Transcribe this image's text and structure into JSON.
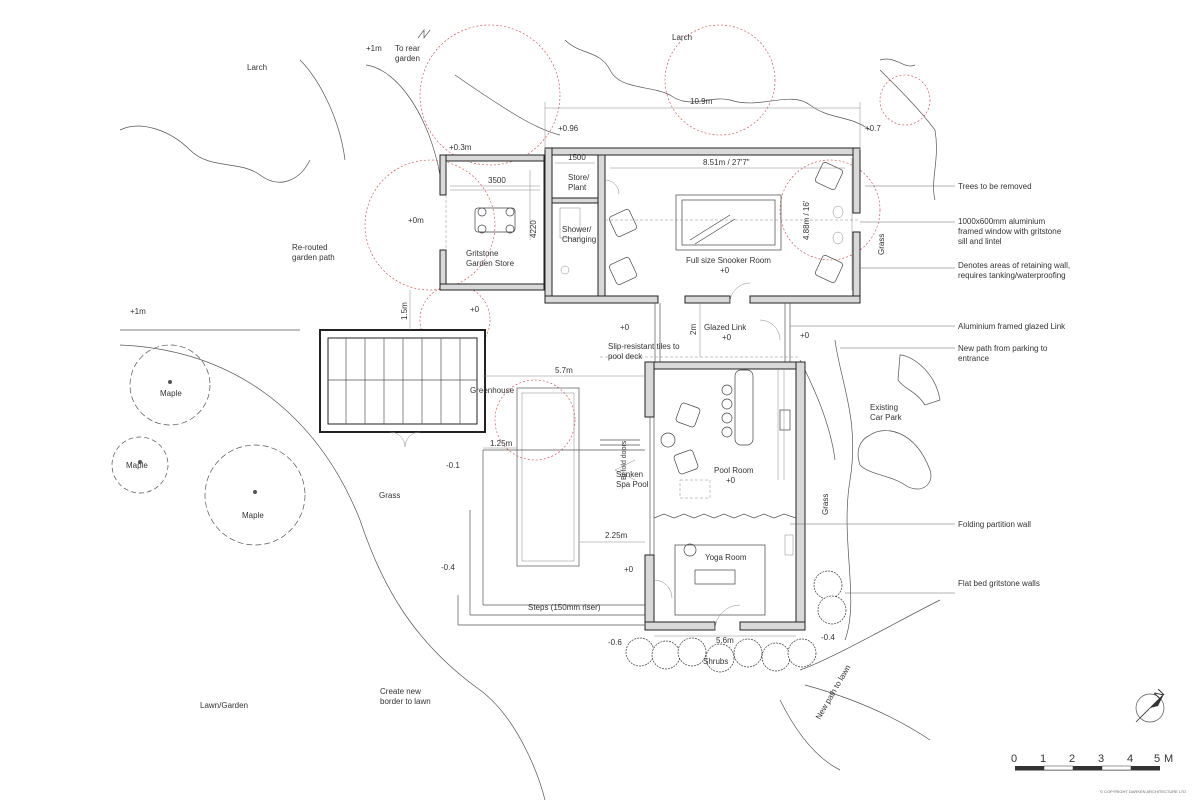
{
  "north_label": "N",
  "scale_bar": {
    "ticks": [
      "0",
      "1",
      "2",
      "3",
      "4",
      "5"
    ],
    "unit": "M"
  },
  "copyright": "© COPYRIGHT DARKEN ARCHITECTURE LTD",
  "trees": {
    "larch_left": "Larch",
    "larch_top": "Larch",
    "maple_1": "Maple",
    "maple_2": "Maple",
    "maple_3": "Maple"
  },
  "levels": {
    "plus1m_top": "+1m",
    "plus1m_left": "+1m",
    "plus03m": "+0.3m",
    "plus096": "+0.96",
    "plus07": "+0.7",
    "plus0m": "+0m",
    "plus0_store": "+0",
    "plus0_link_left": "+0",
    "plus0_link_right": "+0",
    "plus0_pool_side": "+0",
    "minus01": "-0.1",
    "minus04_left": "-0.4",
    "minus06": "-0.6",
    "minus04_right": "-0.4"
  },
  "areas": {
    "to_rear_garden": "To rear garden",
    "rerouted_path": "Re-routed garden path",
    "grass_left": "Grass",
    "grass_right_top": "Grass",
    "grass_right_bottom": "Grass",
    "lawn_garden": "Lawn/Garden",
    "create_border": "Create new border to lawn",
    "new_path_lawn": "New path to lawn",
    "existing_car_park": "Existing Car Park",
    "slip_resistant": "Slip-resistant tiles to pool deck",
    "shrubs": "Shrubs",
    "steps": "Steps (150mm riser)",
    "bifold": "Bi-fold doors",
    "sunken_spa_pool": "Sunken Spa Pool"
  },
  "rooms": {
    "garden_store": "Gritstone Garden Store",
    "store_plant": "Store/ Plant",
    "shower": "Shower/ Changing",
    "snooker": "Full size Snooker Room",
    "snooker_level": "+0",
    "glazed_link": "Glazed Link",
    "glazed_link_level": "+0",
    "greenhouse": "Greenhouse",
    "pool_room": "Pool Room",
    "pool_room_level": "+0",
    "yoga_room": "Yoga Room"
  },
  "dimensions": {
    "overall": "10.9m",
    "store_plant_w": "1500",
    "garden_store_w": "3500",
    "garden_store_d": "4220",
    "snooker_w": "8.51m / 27'7\"",
    "snooker_d": "4.88m / 16'",
    "gap_15": "1.5m",
    "link_2m": "2m",
    "to_pool_57": "5.7m",
    "d_125": "1.25m",
    "d_225": "2.25m",
    "pool_w": "5.6m"
  },
  "annotations": [
    "Trees to be removed",
    "1000x600mm aluminium framed window with gritstone sill and lintel",
    "Denotes areas of retaining wall, requires tanking/waterproofing",
    "Aluminium framed glazed Link",
    "New path from parking to entrance",
    "Folding partition wall",
    "Flat bed gritstone walls"
  ]
}
